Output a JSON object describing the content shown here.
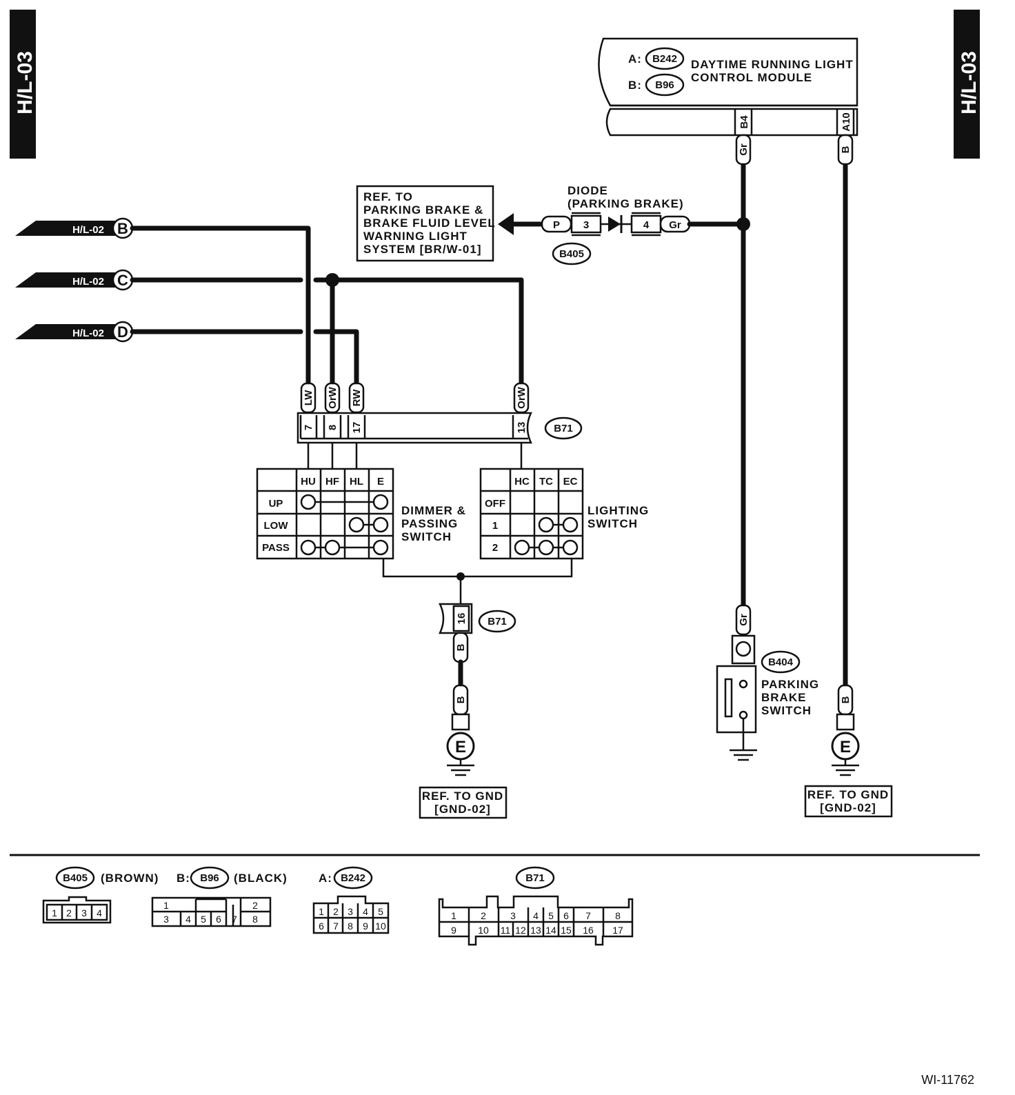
{
  "page": {
    "code": "H/L-03",
    "figure_id": "WI-11762"
  },
  "module": {
    "prefix_a": "A:",
    "conn_a": "B242",
    "prefix_b": "B:",
    "conn_b": "B96",
    "name_line1": "DAYTIME RUNNING LIGHT",
    "name_line2": "CONTROL MODULE",
    "pin_b4": "B4",
    "pin_a10": "A10",
    "wire_b4": "Gr",
    "wire_a10": "B"
  },
  "ref_brake": {
    "lines": [
      "REF. TO",
      "PARKING BRAKE &",
      "BRAKE FLUID LEVEL",
      "WARNING LIGHT",
      "SYSTEM [BR/W-01]"
    ]
  },
  "diode": {
    "title1": "DIODE",
    "title2": "(PARKING BRAKE)",
    "wire_left": "P",
    "pin_left": "3",
    "pin_right": "4",
    "wire_right": "Gr",
    "connector": "B405"
  },
  "inputs": [
    {
      "page": "H/L-02",
      "letter": "B"
    },
    {
      "page": "H/L-02",
      "letter": "C"
    },
    {
      "page": "H/L-02",
      "letter": "D"
    }
  ],
  "b71_top": {
    "connector": "B71",
    "wires": [
      "LW",
      "OrW",
      "RW",
      "OrW"
    ],
    "pins": [
      "7",
      "8",
      "17",
      "13"
    ]
  },
  "dimmer": {
    "name1": "DIMMER &",
    "name2": "PASSING",
    "name3": "SWITCH",
    "cols": [
      "HU",
      "HF",
      "HL",
      "E"
    ],
    "rows": [
      "UP",
      "LOW",
      "PASS"
    ]
  },
  "lighting": {
    "name1": "LIGHTING",
    "name2": "SWITCH",
    "cols": [
      "HC",
      "TC",
      "EC"
    ],
    "rows": [
      "OFF",
      "1",
      "2"
    ]
  },
  "b71_bottom": {
    "connector": "B71",
    "pin": "16",
    "wire1": "B",
    "wire2": "B"
  },
  "ground_left": {
    "symbol": "E",
    "ref1": "REF. TO GND",
    "ref2": "[GND-02]"
  },
  "parking_switch": {
    "wire": "Gr",
    "connector": "B404",
    "name1": "PARKING",
    "name2": "BRAKE",
    "name3": "SWITCH"
  },
  "ground_right": {
    "wire": "B",
    "symbol": "E",
    "ref1": "REF. TO GND",
    "ref2": "[GND-02]"
  },
  "legend": {
    "b405": {
      "name": "B405",
      "color": "(BROWN)",
      "pins": [
        "1",
        "2",
        "3",
        "4"
      ]
    },
    "b96": {
      "prefix": "B:",
      "name": "B96",
      "color": "(BLACK)",
      "pins": [
        "1",
        "2",
        "3",
        "4",
        "5",
        "6",
        "7",
        "8"
      ]
    },
    "b242": {
      "prefix": "A:",
      "name": "B242",
      "pins": [
        "1",
        "2",
        "3",
        "4",
        "5",
        "6",
        "7",
        "8",
        "9",
        "10"
      ]
    },
    "b71": {
      "name": "B71",
      "pins": [
        "1",
        "2",
        "3",
        "4",
        "5",
        "6",
        "7",
        "8",
        "9",
        "10",
        "11",
        "12",
        "13",
        "14",
        "15",
        "16",
        "17"
      ]
    }
  }
}
